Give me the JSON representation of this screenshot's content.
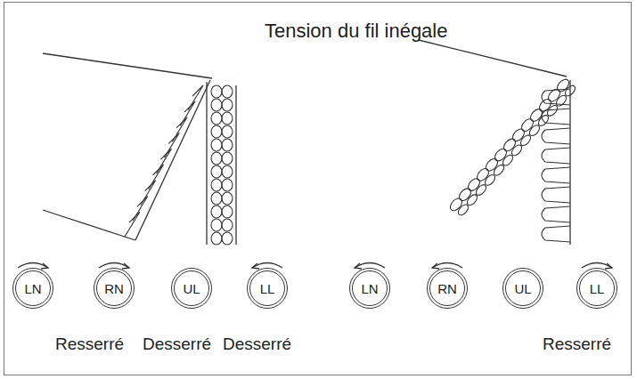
{
  "diagram": {
    "title": "Tension du fil inégale",
    "nodes": [
      {
        "text": [
          "LN"
        ]
      },
      {
        "text": [
          "RN"
        ]
      },
      {
        "text": [
          "UL"
        ]
      },
      {
        "text": [
          "LL"
        ]
      },
      {
        "text": [
          "LN"
        ]
      },
      {
        "text": [
          "RN"
        ]
      },
      {
        "text": [
          "UL"
        ]
      },
      {
        "text": [
          "LL"
        ]
      }
    ],
    "labels": [
      "Resserré",
      "Desserré",
      "Desserré",
      "Resserré"
    ]
  }
}
